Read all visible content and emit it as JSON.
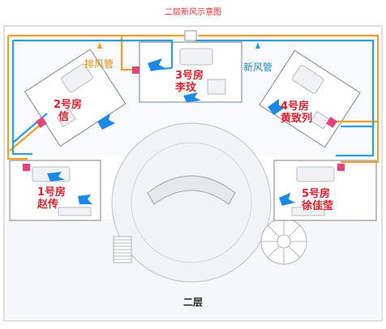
{
  "title": "二层新风示意图",
  "floor_label": "二层",
  "ducts": {
    "exhaust": {
      "label": "排风管",
      "color": "#f0a12b"
    },
    "fresh": {
      "label": "新风管",
      "color": "#2e9fd8"
    }
  },
  "rooms": [
    {
      "id": "room-1",
      "number": "1号房",
      "occupant": "赵传"
    },
    {
      "id": "room-2",
      "number": "2号房",
      "occupant": "信"
    },
    {
      "id": "room-3",
      "number": "3号房",
      "occupant": "李玟"
    },
    {
      "id": "room-4",
      "number": "4号房",
      "occupant": "黄致列"
    },
    {
      "id": "room-5",
      "number": "5号房",
      "occupant": "徐佳莹"
    }
  ],
  "colors": {
    "label_red": "#d6232f",
    "wall": "#9aa3ab",
    "floor_fill": "#eef0f2",
    "vent_pink": "#e2457a",
    "airflow_blue": "#1e88e5"
  }
}
